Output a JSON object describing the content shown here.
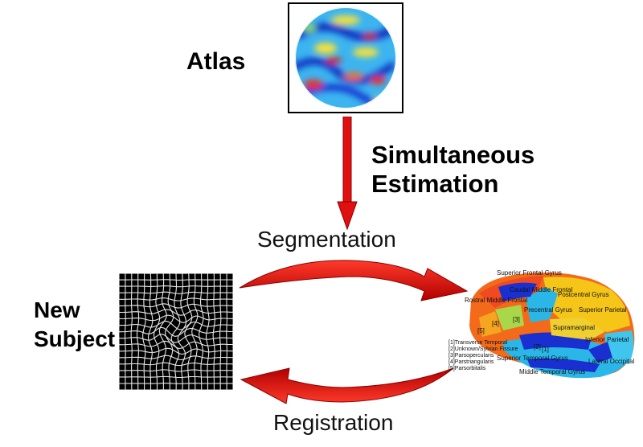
{
  "labels": {
    "atlas": "Atlas",
    "simultaneous_line1": "Simultaneous",
    "simultaneous_line2": "Estimation",
    "segmentation": "Segmentation",
    "registration": "Registration",
    "new_subject_line1": "New",
    "new_subject_line2": "Subject"
  },
  "brain_regions": {
    "superior_frontal": "Superior Frontal Gyrus",
    "caudal_middle_frontal": "Caudal Middle Frontal",
    "rostral_middle_frontal": "Rostral Middle Frontal",
    "postcentral": "Postcentral Gyrus",
    "precentral": "Precentral Gyrus",
    "superior_parietal": "Superior Parietal",
    "supramarginal": "Supramarginal",
    "inferior_parietal": "Inferior Parietal",
    "superior_temporal": "Superior Temporal Gyrus",
    "middle_temporal": "Middle Temporal Gyrus",
    "lateral_occipital": "Lateral Occipital",
    "marker_1": "[1]",
    "marker_2": "[2]",
    "marker_3": "[3]",
    "marker_4": "[4]",
    "marker_5": "[5]"
  },
  "legend": [
    "[1]Transverse Temporal",
    "[2]Unknown/Sylvian Fissure",
    "[3]Parsopercularis",
    "[4]Parstriangularis",
    "[5]Parsorbitalis"
  ],
  "colors": {
    "arrow_red": "#e01010",
    "arrow_dark": "#8a0000",
    "frontal_orange": "#f26a1a",
    "parietal_yellow": "#f5c518",
    "temporal_cyan": "#2ab7e8",
    "region_blue": "#1a2fd0"
  }
}
